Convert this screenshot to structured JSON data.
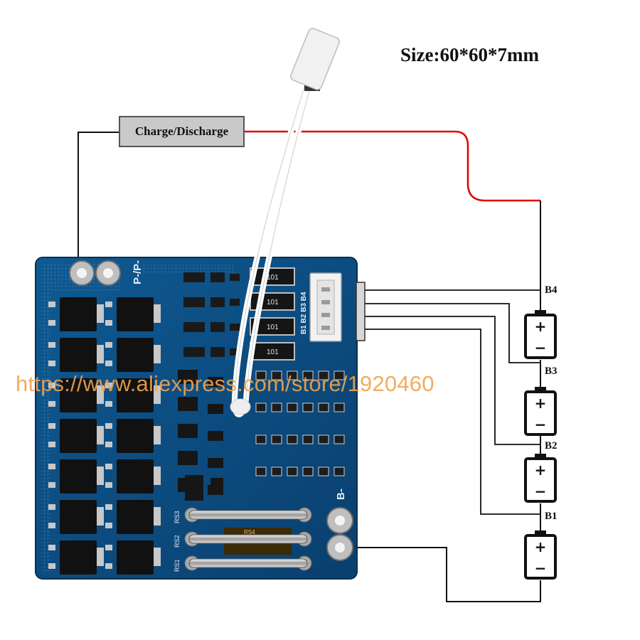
{
  "size_label": "Size:60*60*7mm",
  "charge_discharge_label": "Charge/Discharge",
  "watermark": "https://www.aliexpress.com/store/1920460",
  "board": {
    "pads_top": "P-/P-",
    "pad_bottom": "B-",
    "connector_pins": "B1 B2 B3 B4",
    "resistor_labels": [
      "101",
      "101",
      "101",
      "101"
    ],
    "shunt_labels": [
      "RS3",
      "RS2",
      "RS1"
    ],
    "rs4_label": "RS4",
    "board_color": "#0c4a7e"
  },
  "batteries": [
    {
      "label": "B4",
      "plus": "+",
      "minus": "−"
    },
    {
      "label": "B3",
      "plus": "+",
      "minus": "−"
    },
    {
      "label": "B2",
      "plus": "+",
      "minus": "−"
    },
    {
      "label": "B1",
      "plus": "+",
      "minus": "−"
    }
  ],
  "colors": {
    "red_wire": "#e00000",
    "black_wire": "#111111"
  }
}
